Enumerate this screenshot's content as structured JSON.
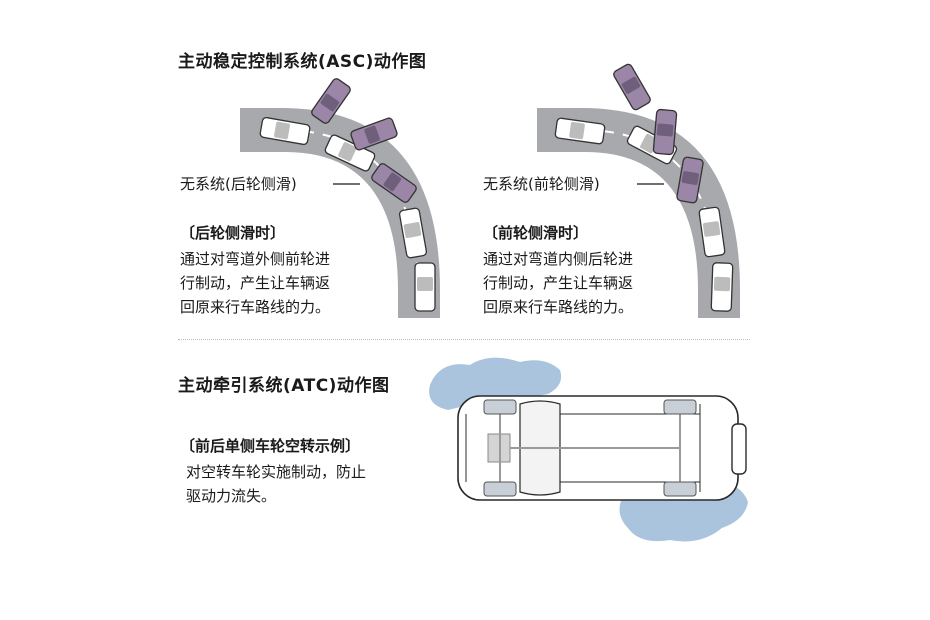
{
  "asc": {
    "title": "主动稳定控制系统(ASC)动作图",
    "left": {
      "label": "无系统(后轮侧滑)",
      "subtitle": "〔后轮侧滑时〕",
      "lines": [
        "通过对弯道外侧前轮进",
        "行制动，产生让车辆返",
        "回原来行车路线的力。"
      ]
    },
    "right": {
      "label": "无系统(前轮侧滑)",
      "subtitle": "〔前轮侧滑时〕",
      "lines": [
        "通过对弯道内侧后轮进",
        "行制动，产生让车辆返",
        "回原来行车路线的力。"
      ]
    }
  },
  "atc": {
    "title": "主动牵引系统(ATC)动作图",
    "subtitle": "〔前后单侧车轮空转示例〕",
    "lines": [
      "对空转车轮实施制动，防止",
      "驱动力流失。"
    ]
  },
  "colors": {
    "road": "#a7a9ac",
    "slip_car": "#9b86a8",
    "ice": "#a9c4dc",
    "text": "#1a1a1a"
  }
}
